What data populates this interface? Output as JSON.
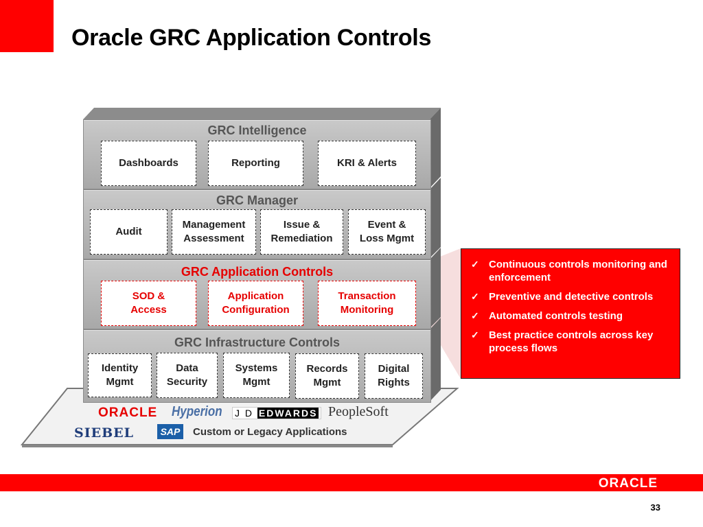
{
  "slide": {
    "title": "Oracle GRC Application Controls",
    "page_number": "33",
    "footer_logo": "ORACLE"
  },
  "layers": {
    "intelligence": {
      "title": "GRC Intelligence",
      "items": [
        "Dashboards",
        "Reporting",
        "KRI & Alerts"
      ]
    },
    "manager": {
      "title": "GRC Manager",
      "items": [
        "Audit",
        "Management\nAssessment",
        "Issue &\nRemediation",
        "Event &\nLoss Mgmt"
      ]
    },
    "app_controls": {
      "title": "GRC Application Controls",
      "items": [
        "SOD &\nAccess",
        "Application\nConfiguration",
        "Transaction\nMonitoring"
      ]
    },
    "infrastructure": {
      "title": "GRC Infrastructure Controls",
      "items": [
        "Identity\nMgmt",
        "Data\nSecurity",
        "Systems\nMgmt",
        "Records\nMgmt",
        "Digital\nRights"
      ]
    }
  },
  "platform": {
    "logos": {
      "oracle": "ORACLE",
      "hyperion": "Hyperion",
      "jde_prefix": "J D",
      "jde_rest": "EDWARDS",
      "peoplesoft": "PeopleSoft",
      "siebel": "SIEBEL",
      "sap": "SAP"
    },
    "label": "Custom or Legacy Applications"
  },
  "callout": {
    "bullets": [
      "Continuous controls monitoring and enforcement",
      "Preventive and detective controls",
      "Automated controls testing",
      "Best practice controls across key process flows"
    ]
  },
  "colors": {
    "accent_red": "#ff0000",
    "layer_gray": "#b5b5b5"
  }
}
